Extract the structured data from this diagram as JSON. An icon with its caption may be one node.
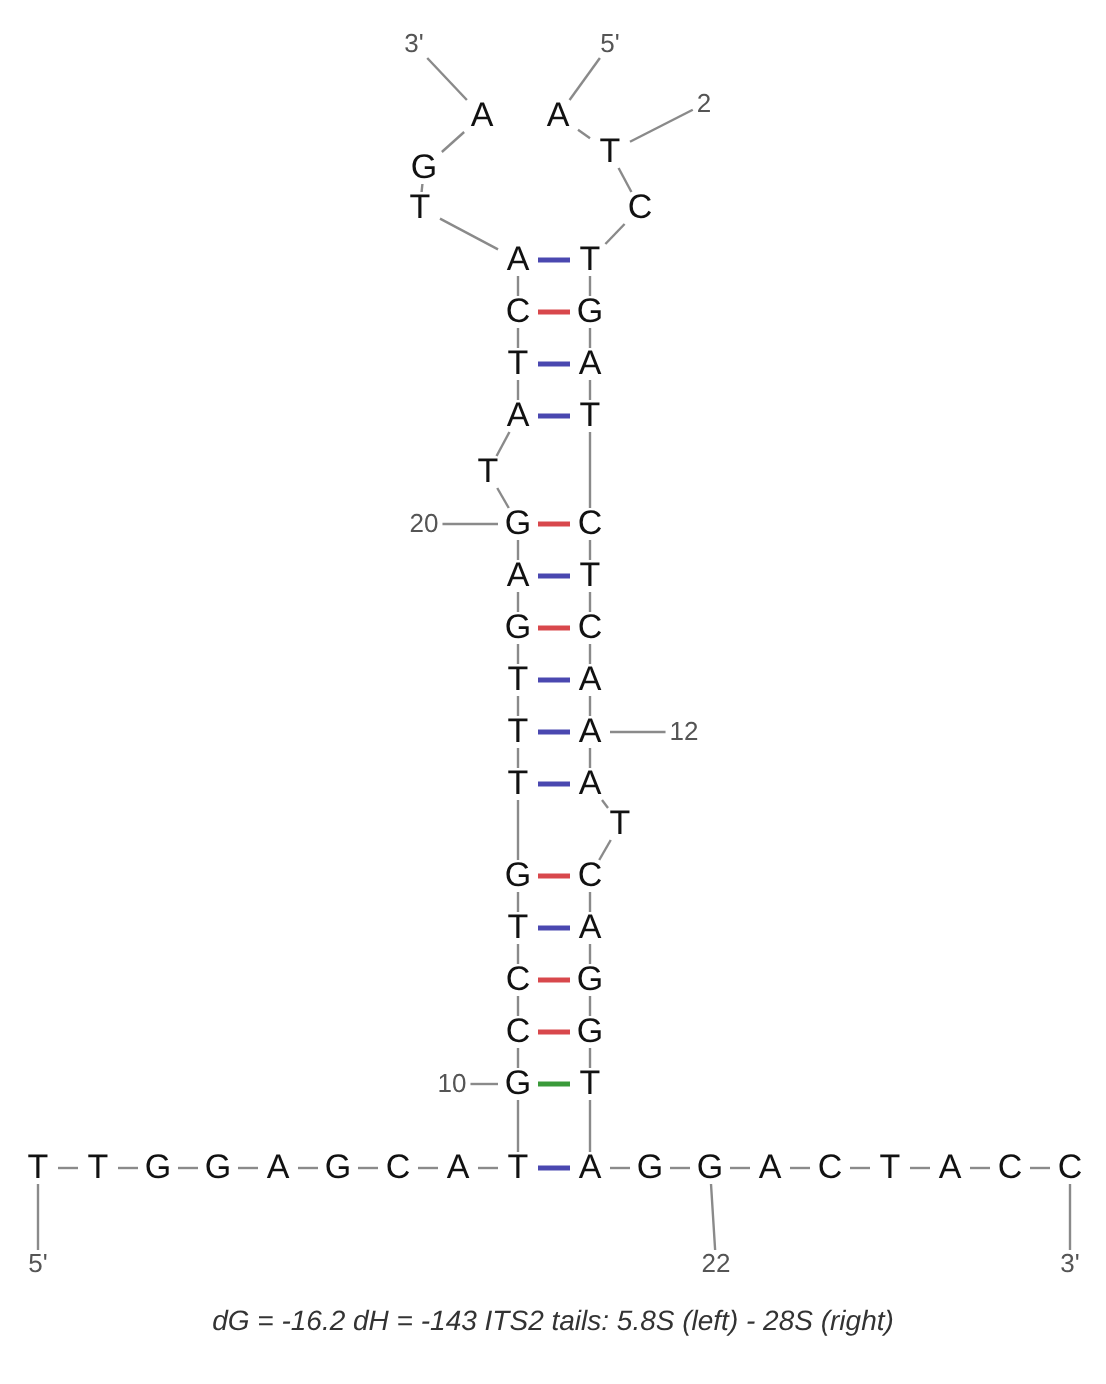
{
  "diagram": {
    "caption": "dG = -16.2 dH = -143 ITS2 tails: 5.8S (left) - 28S (right)",
    "nodes": [
      {
        "text": [
          "3'"
        ]
      },
      {
        "text": [
          "5'"
        ]
      },
      {
        "text": [
          "A"
        ]
      },
      {
        "text": [
          "A"
        ]
      },
      {
        "text": [
          "2"
        ]
      },
      {
        "text": [
          "G"
        ]
      },
      {
        "text": [
          "T"
        ]
      },
      {
        "text": [
          "T"
        ]
      },
      {
        "text": [
          "C"
        ]
      },
      {
        "text": [
          "A"
        ]
      },
      {
        "text": [
          "T"
        ]
      },
      {
        "text": [
          "C"
        ]
      },
      {
        "text": [
          "G"
        ]
      },
      {
        "text": [
          "T"
        ]
      },
      {
        "text": [
          "A"
        ]
      },
      {
        "text": [
          "A"
        ]
      },
      {
        "text": [
          "T"
        ]
      },
      {
        "text": [
          "T"
        ]
      },
      {
        "text": [
          "20"
        ]
      },
      {
        "text": [
          "G"
        ]
      },
      {
        "text": [
          "C"
        ]
      },
      {
        "text": [
          "A"
        ]
      },
      {
        "text": [
          "T"
        ]
      },
      {
        "text": [
          "G"
        ]
      },
      {
        "text": [
          "C"
        ]
      },
      {
        "text": [
          "T"
        ]
      },
      {
        "text": [
          "A"
        ]
      },
      {
        "text": [
          "T"
        ]
      },
      {
        "text": [
          "A"
        ]
      },
      {
        "text": [
          "12"
        ]
      },
      {
        "text": [
          "T"
        ]
      },
      {
        "text": [
          "A"
        ]
      },
      {
        "text": [
          "T"
        ]
      },
      {
        "text": [
          "G"
        ]
      },
      {
        "text": [
          "C"
        ]
      },
      {
        "text": [
          "T"
        ]
      },
      {
        "text": [
          "A"
        ]
      },
      {
        "text": [
          "C"
        ]
      },
      {
        "text": [
          "G"
        ]
      },
      {
        "text": [
          "C"
        ]
      },
      {
        "text": [
          "G"
        ]
      },
      {
        "text": [
          "10"
        ]
      },
      {
        "text": [
          "G"
        ]
      },
      {
        "text": [
          "T"
        ]
      },
      {
        "text": [
          "T"
        ]
      },
      {
        "text": [
          "T"
        ]
      },
      {
        "text": [
          "G"
        ]
      },
      {
        "text": [
          "G"
        ]
      },
      {
        "text": [
          "A"
        ]
      },
      {
        "text": [
          "G"
        ]
      },
      {
        "text": [
          "C"
        ]
      },
      {
        "text": [
          "A"
        ]
      },
      {
        "text": [
          "T"
        ]
      },
      {
        "text": [
          "A"
        ]
      },
      {
        "text": [
          "G"
        ]
      },
      {
        "text": [
          "G"
        ]
      },
      {
        "text": [
          "A"
        ]
      },
      {
        "text": [
          "C"
        ]
      },
      {
        "text": [
          "T"
        ]
      },
      {
        "text": [
          "A"
        ]
      },
      {
        "text": [
          "C"
        ]
      },
      {
        "text": [
          "C"
        ]
      },
      {
        "text": [
          "5'"
        ]
      },
      {
        "text": [
          "22"
        ]
      },
      {
        "text": [
          "3'"
        ]
      }
    ],
    "edges": [
      {
        "from": 0,
        "to": 2,
        "arrow": "none"
      },
      {
        "from": 1,
        "to": 3,
        "arrow": "none"
      },
      {
        "from": 4,
        "to": 6,
        "arrow": "none"
      },
      {
        "from": 18,
        "to": 19,
        "arrow": "none"
      },
      {
        "from": 29,
        "to": 28,
        "arrow": "none"
      },
      {
        "from": 41,
        "to": 42,
        "arrow": "none"
      },
      {
        "from": 62,
        "to": 44,
        "arrow": "none"
      },
      {
        "from": 63,
        "to": 55,
        "arrow": "none"
      },
      {
        "from": 64,
        "to": 61,
        "arrow": "none"
      },
      {
        "from": 44,
        "to": 45,
        "arrow": "none"
      },
      {
        "from": 45,
        "to": 46,
        "arrow": "none"
      },
      {
        "from": 46,
        "to": 47,
        "arrow": "none"
      },
      {
        "from": 47,
        "to": 48,
        "arrow": "none"
      },
      {
        "from": 48,
        "to": 49,
        "arrow": "none"
      },
      {
        "from": 49,
        "to": 50,
        "arrow": "none"
      },
      {
        "from": 50,
        "to": 51,
        "arrow": "none"
      },
      {
        "from": 51,
        "to": 52,
        "arrow": "none"
      },
      {
        "from": 52,
        "to": 42,
        "arrow": "none"
      },
      {
        "from": 42,
        "to": 39,
        "arrow": "none"
      },
      {
        "from": 39,
        "to": 37,
        "arrow": "none"
      },
      {
        "from": 37,
        "to": 35,
        "arrow": "none"
      },
      {
        "from": 35,
        "to": 33,
        "arrow": "none"
      },
      {
        "from": 33,
        "to": 30,
        "arrow": "none"
      },
      {
        "from": 30,
        "to": 27,
        "arrow": "none"
      },
      {
        "from": 27,
        "to": 25,
        "arrow": "none"
      },
      {
        "from": 25,
        "to": 23,
        "arrow": "none"
      },
      {
        "from": 23,
        "to": 21,
        "arrow": "none"
      },
      {
        "from": 21,
        "to": 19,
        "arrow": "none"
      },
      {
        "from": 19,
        "to": 17,
        "arrow": "none"
      },
      {
        "from": 17,
        "to": 15,
        "arrow": "none"
      },
      {
        "from": 15,
        "to": 13,
        "arrow": "none"
      },
      {
        "from": 13,
        "to": 11,
        "arrow": "none"
      },
      {
        "from": 11,
        "to": 9,
        "arrow": "none"
      },
      {
        "from": 9,
        "to": 7,
        "arrow": "none"
      },
      {
        "from": 7,
        "to": 5,
        "arrow": "none"
      },
      {
        "from": 5,
        "to": 2,
        "arrow": "none"
      },
      {
        "from": 53,
        "to": 54,
        "arrow": "none"
      },
      {
        "from": 54,
        "to": 55,
        "arrow": "none"
      },
      {
        "from": 55,
        "to": 56,
        "arrow": "none"
      },
      {
        "from": 56,
        "to": 57,
        "arrow": "none"
      },
      {
        "from": 57,
        "to": 58,
        "arrow": "none"
      },
      {
        "from": 58,
        "to": 59,
        "arrow": "none"
      },
      {
        "from": 59,
        "to": 60,
        "arrow": "none"
      },
      {
        "from": 60,
        "to": 61,
        "arrow": "none"
      },
      {
        "from": 53,
        "to": 43,
        "arrow": "none"
      },
      {
        "from": 43,
        "to": 40,
        "arrow": "none"
      },
      {
        "from": 40,
        "to": 38,
        "arrow": "none"
      },
      {
        "from": 38,
        "to": 36,
        "arrow": "none"
      },
      {
        "from": 36,
        "to": 34,
        "arrow": "none"
      },
      {
        "from": 34,
        "to": 32,
        "arrow": "none"
      },
      {
        "from": 32,
        "to": 31,
        "arrow": "none"
      },
      {
        "from": 31,
        "to": 28,
        "arrow": "none"
      },
      {
        "from": 28,
        "to": 26,
        "arrow": "none"
      },
      {
        "from": 26,
        "to": 24,
        "arrow": "none"
      },
      {
        "from": 24,
        "to": 22,
        "arrow": "none"
      },
      {
        "from": 22,
        "to": 20,
        "arrow": "none"
      },
      {
        "from": 20,
        "to": 16,
        "arrow": "none"
      },
      {
        "from": 16,
        "to": 14,
        "arrow": "none"
      },
      {
        "from": 14,
        "to": 12,
        "arrow": "none"
      },
      {
        "from": 12,
        "to": 10,
        "arrow": "none"
      },
      {
        "from": 10,
        "to": 8,
        "arrow": "none"
      },
      {
        "from": 8,
        "to": 6,
        "arrow": "none"
      },
      {
        "from": 6,
        "to": 3,
        "arrow": "none"
      },
      {
        "from": 9,
        "to": 10,
        "arrow": "none",
        "color": "#4a48b0"
      },
      {
        "from": 11,
        "to": 12,
        "arrow": "none",
        "color": "#d8484c"
      },
      {
        "from": 13,
        "to": 14,
        "arrow": "none",
        "color": "#4a48b0"
      },
      {
        "from": 15,
        "to": 16,
        "arrow": "none",
        "color": "#4a48b0"
      },
      {
        "from": 19,
        "to": 20,
        "arrow": "none",
        "color": "#d8484c"
      },
      {
        "from": 21,
        "to": 22,
        "arrow": "none",
        "color": "#4a48b0"
      },
      {
        "from": 23,
        "to": 24,
        "arrow": "none",
        "color": "#d8484c"
      },
      {
        "from": 25,
        "to": 26,
        "arrow": "none",
        "color": "#4a48b0"
      },
      {
        "from": 27,
        "to": 28,
        "arrow": "none",
        "color": "#4a48b0"
      },
      {
        "from": 30,
        "to": 31,
        "arrow": "none",
        "color": "#4a48b0"
      },
      {
        "from": 33,
        "to": 34,
        "arrow": "none",
        "color": "#d8484c"
      },
      {
        "from": 35,
        "to": 36,
        "arrow": "none",
        "color": "#4a48b0"
      },
      {
        "from": 37,
        "to": 38,
        "arrow": "none",
        "color": "#d8484c"
      },
      {
        "from": 39,
        "to": 40,
        "arrow": "none",
        "color": "#d8484c"
      },
      {
        "from": 42,
        "to": 43,
        "arrow": "none",
        "color": "#3a9a3a"
      },
      {
        "from": 52,
        "to": 53,
        "arrow": "none",
        "color": "#4a48b0"
      }
    ]
  }
}
